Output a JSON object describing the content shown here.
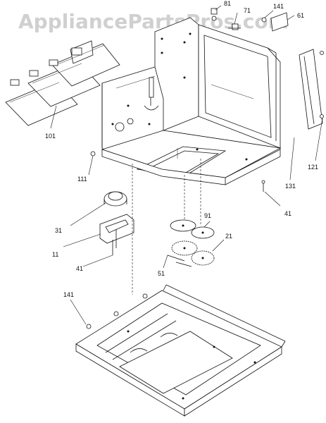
{
  "watermark": "AppliancePartsPros.com",
  "callouts": [
    "81",
    "71",
    "141",
    "61",
    "101",
    "111",
    "121",
    "131",
    "41",
    "31",
    "11",
    "41",
    "91",
    "21",
    "51",
    "141"
  ]
}
